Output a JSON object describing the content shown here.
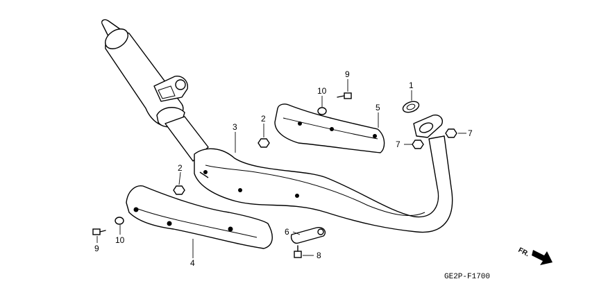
{
  "diagram": {
    "figure_code": "GE2P-F1700",
    "direction_marker": "FR.",
    "callouts": {
      "c1": "1",
      "c2a": "2",
      "c2b": "2",
      "c3": "3",
      "c4": "4",
      "c5": "5",
      "c6": "6",
      "c7a": "7",
      "c7b": "7",
      "c8": "8",
      "c9a": "9",
      "c9b": "9",
      "c10a": "10",
      "c10b": "10"
    }
  }
}
